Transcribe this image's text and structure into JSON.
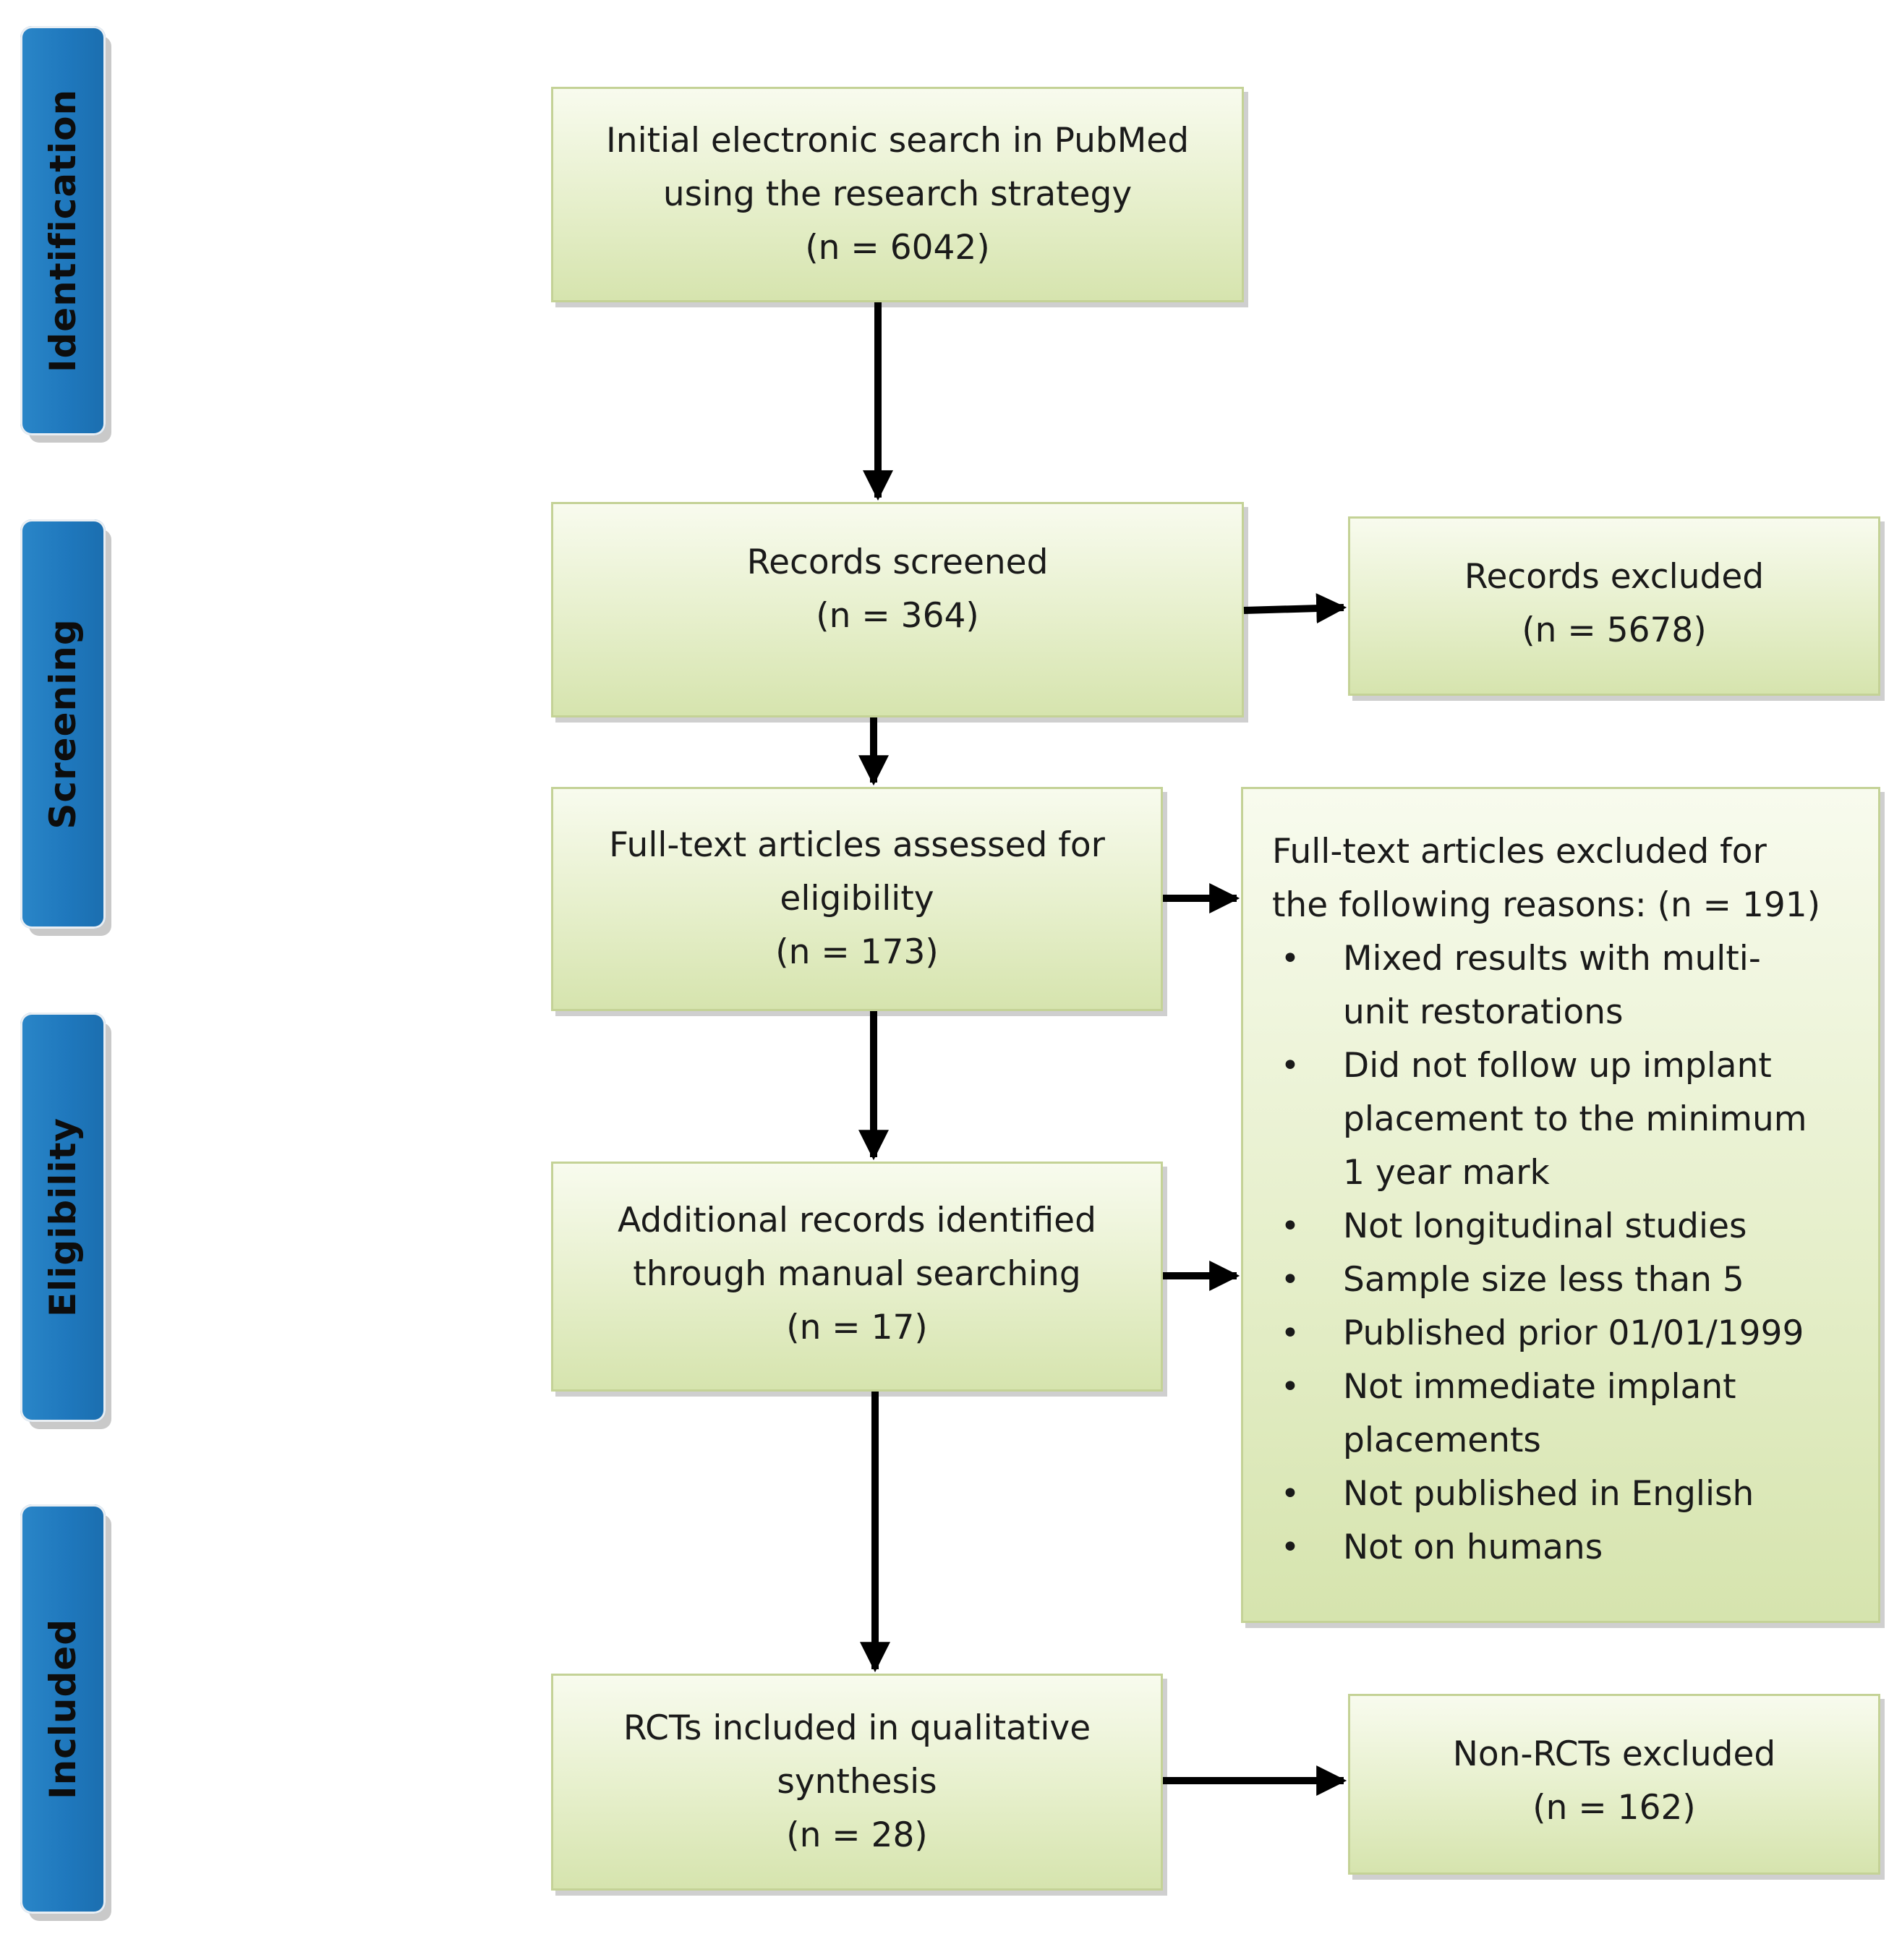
{
  "stages": [
    {
      "id": "identification",
      "label": "Identification"
    },
    {
      "id": "screening",
      "label": "Screening"
    },
    {
      "id": "eligibility",
      "label": "Eligibility"
    },
    {
      "id": "included",
      "label": "Included"
    }
  ],
  "boxes": {
    "initial_search": {
      "lines": [
        "Initial electronic search in PubMed",
        "using the research strategy",
        "(n = 6042)"
      ]
    },
    "records_screened": {
      "lines": [
        "Records screened",
        "(n = 364)"
      ]
    },
    "records_excluded": {
      "lines": [
        "Records excluded",
        "(n = 5678)"
      ]
    },
    "fulltext_assessed": {
      "lines": [
        "Full-text articles assessed for",
        "eligibility",
        "(n = 173)"
      ]
    },
    "fulltext_excluded": {
      "heading": [
        "Full-text articles excluded for",
        "the following reasons: (n = 191)"
      ],
      "reasons": [
        [
          "Mixed results with multi-",
          "unit restorations"
        ],
        [
          "Did not follow up implant",
          "placement to the minimum",
          "1 year mark"
        ],
        [
          "Not longitudinal studies"
        ],
        [
          "Sample size less than 5"
        ],
        [
          "Published prior 01/01/1999"
        ],
        [
          "Not immediate implant",
          "placements"
        ],
        [
          "Not published in English"
        ],
        [
          "Not on humans"
        ]
      ],
      "bullet": "•"
    },
    "manual_search": {
      "lines": [
        "Additional records identified",
        "through manual searching",
        "(n = 17)"
      ]
    },
    "rcts_included": {
      "lines": [
        "RCTs included in qualitative",
        "synthesis",
        "(n = 28)"
      ]
    },
    "non_rcts_excluded": {
      "lines": [
        "Non-RCTs excluded",
        "(n = 162)"
      ]
    }
  }
}
